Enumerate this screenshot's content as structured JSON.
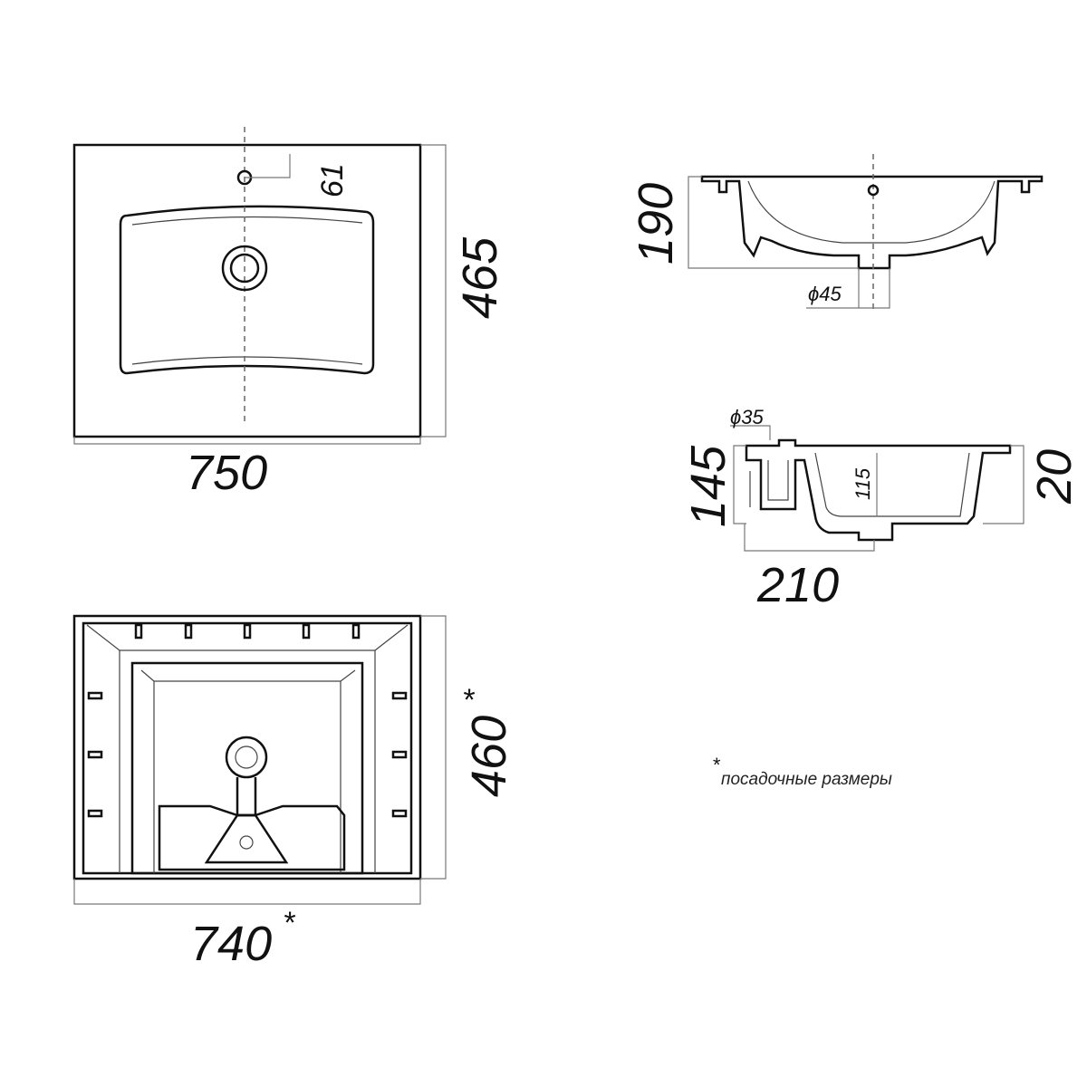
{
  "dimensions": {
    "top_width": "750",
    "top_depth": "465",
    "tap_hole_offset": "61",
    "side_height": "190",
    "drain_diameter": "ϕ45",
    "section_height": "145",
    "section_inner_depth": "115",
    "rim_thickness": "20",
    "overflow_diameter": "ϕ35",
    "section_width": "210",
    "mount_depth": "460",
    "mount_width": "740",
    "asterisk": "*"
  },
  "note": "посадочные размеры",
  "colors": {
    "stroke": "#111111",
    "dimension": "#777777",
    "background": "#ffffff"
  }
}
